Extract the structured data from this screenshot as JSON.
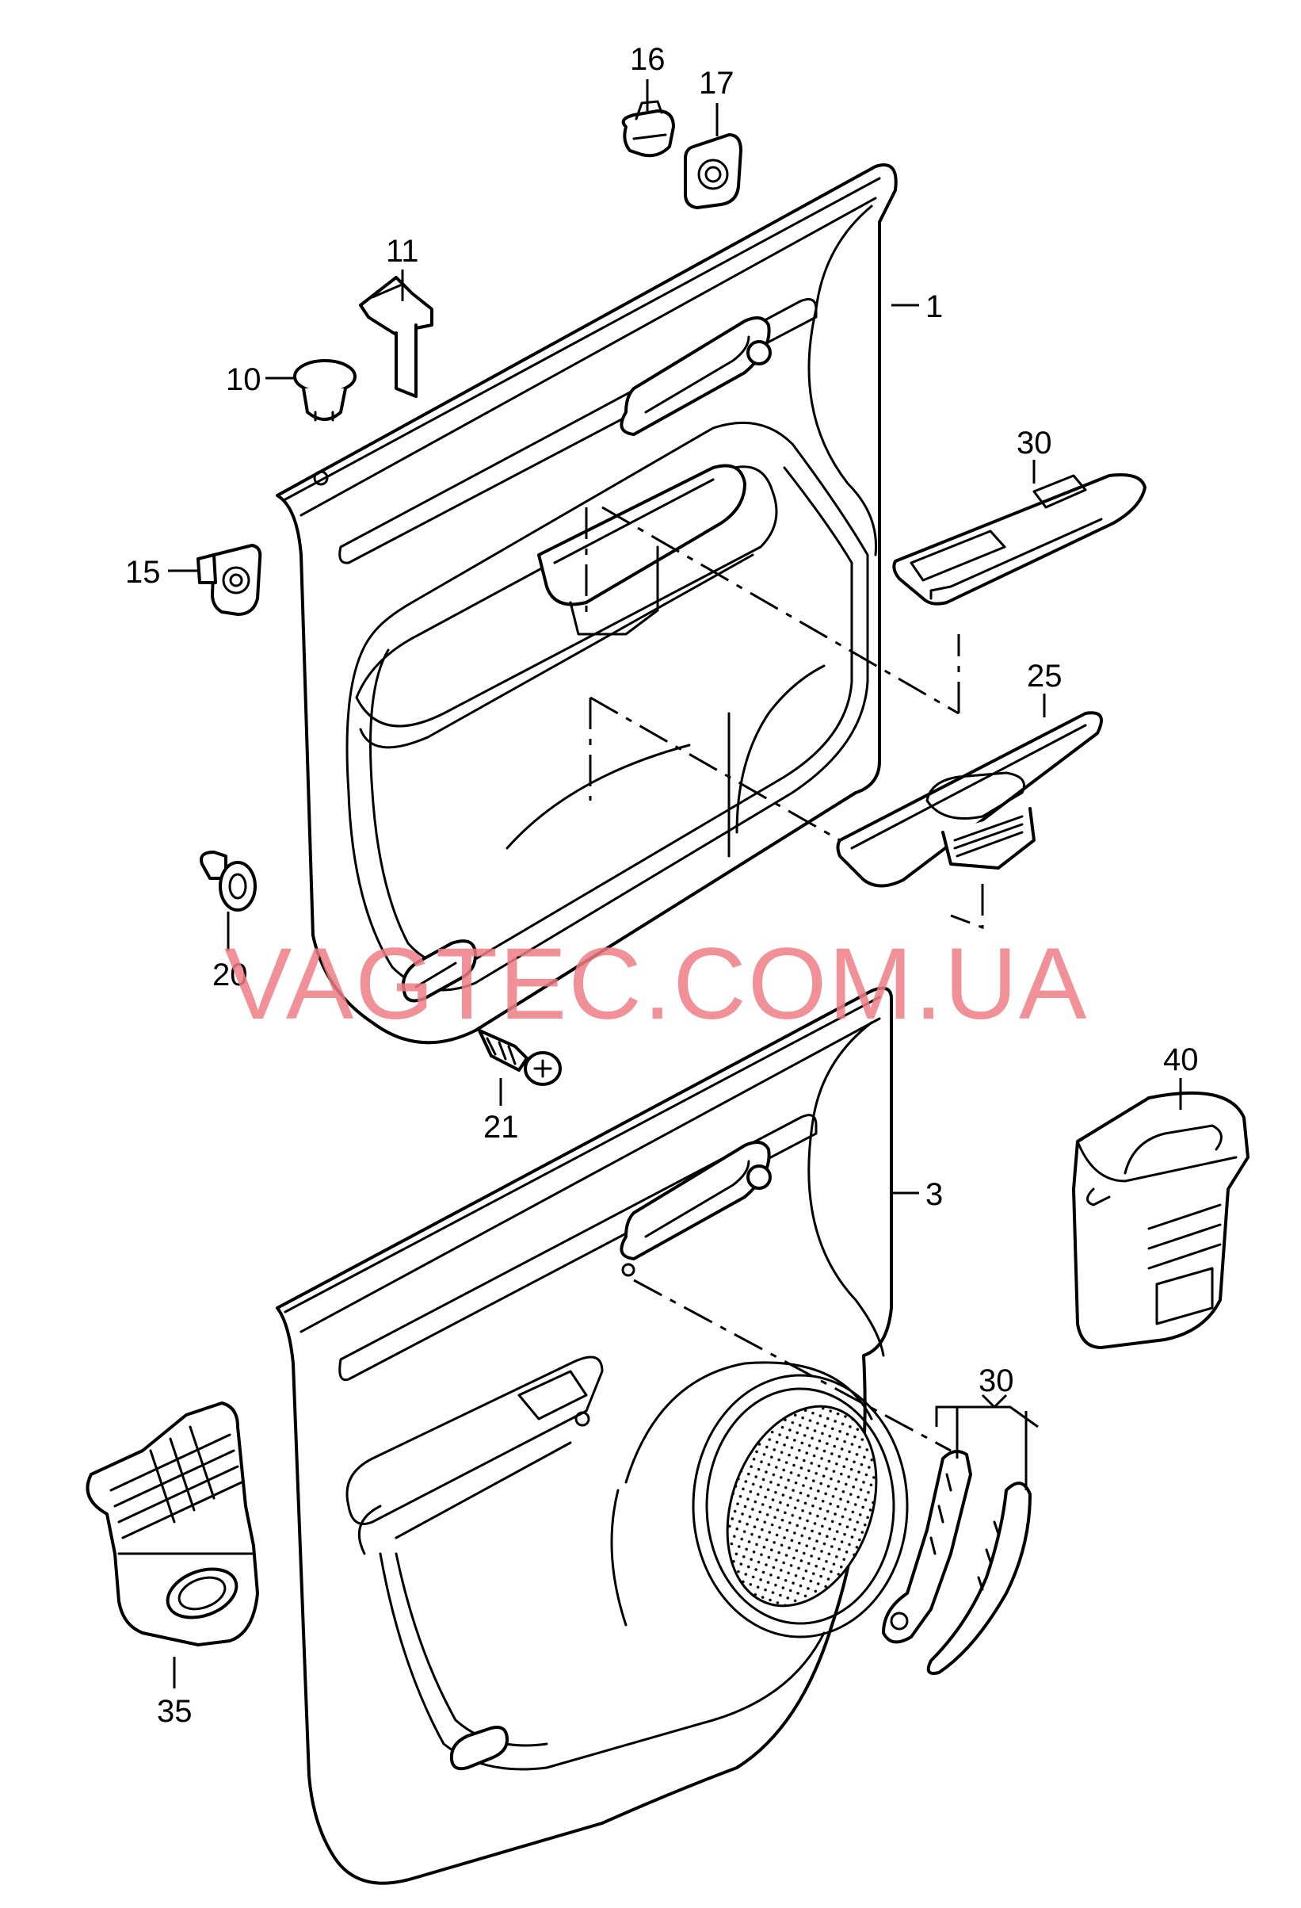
{
  "watermark": "VAGTEC.COM.UA",
  "callouts": {
    "p1": "1",
    "p3": "3",
    "p10": "10",
    "p11": "11",
    "p15": "15",
    "p16": "16",
    "p17": "17",
    "p20": "20",
    "p21": "21",
    "p25": "25",
    "p30a": "30",
    "p30b": "30",
    "p35": "35",
    "p40": "40"
  },
  "colors": {
    "line": "#000000",
    "watermark": "#f07c86",
    "background": "#ffffff"
  }
}
